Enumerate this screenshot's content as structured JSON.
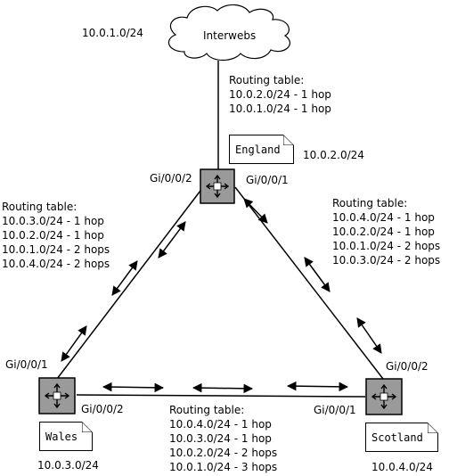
{
  "cloud": {
    "label": "Interwebs",
    "network": "10.0.1.0/24"
  },
  "routers": {
    "england": {
      "name": "England",
      "network": "10.0.2.0/24",
      "port_left": "Gi/0/0/2",
      "port_right": "Gi/0/0/1"
    },
    "wales": {
      "name": "Wales",
      "network": "10.0.3.0/24",
      "port_top": "Gi/0/0/1",
      "port_right": "Gi/0/0/2"
    },
    "scotland": {
      "name": "Scotland",
      "network": "10.0.4.0/24",
      "port_top": "Gi/0/0/2",
      "port_left": "Gi/0/0/1"
    }
  },
  "routing_tables": {
    "england": {
      "title": "Routing table:",
      "entries": [
        "10.0.2.0/24 - 1 hop",
        "10.0.1.0/24 - 1 hop"
      ]
    },
    "wales": {
      "title": "Routing table:",
      "entries": [
        "10.0.3.0/24 - 1 hop",
        "10.0.2.0/24 - 1 hop",
        "10.0.1.0/24 - 2 hops",
        "10.0.4.0/24 - 2 hops"
      ]
    },
    "scotland": {
      "title": "Routing table:",
      "entries": [
        "10.0.4.0/24 - 1 hop",
        "10.0.2.0/24 - 1 hop",
        "10.0.1.0/24 - 2 hops",
        "10.0.3.0/24 - 2 hops"
      ]
    },
    "bottom": {
      "title": "Routing table:",
      "entries": [
        "10.0.4.0/24 - 1 hop",
        "10.0.3.0/24 - 1 hop",
        "10.0.2.0/24 - 2 hops",
        "10.0.1.0/24 - 3 hops"
      ]
    }
  }
}
